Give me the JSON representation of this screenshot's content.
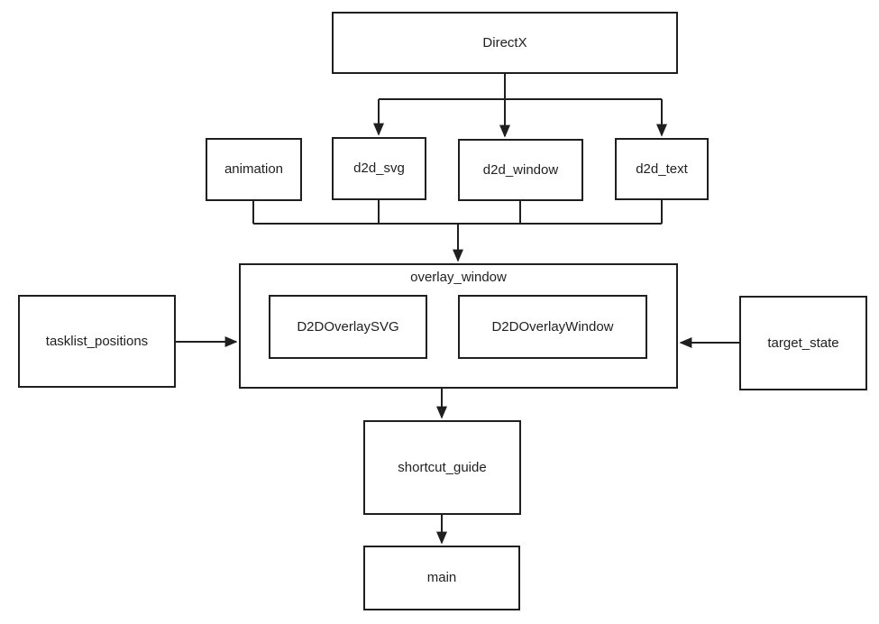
{
  "colors": {
    "stroke": "#1f1f1f",
    "background": "#ffffff",
    "text": "#1f1f1f"
  },
  "diagram": {
    "nodes": {
      "directx": {
        "label": "DirectX"
      },
      "animation": {
        "label": "animation"
      },
      "d2d_svg": {
        "label": "d2d_svg"
      },
      "d2d_window": {
        "label": "d2d_window"
      },
      "d2d_text": {
        "label": "d2d_text"
      },
      "overlay_window": {
        "label": "overlay_window"
      },
      "d2d_overlay_svg": {
        "label": "D2DOverlaySVG"
      },
      "d2d_overlay_window": {
        "label": "D2DOverlayWindow"
      },
      "tasklist_positions": {
        "label": "tasklist_positions"
      },
      "target_state": {
        "label": "target_state"
      },
      "shortcut_guide": {
        "label": "shortcut_guide"
      },
      "main": {
        "label": "main"
      }
    },
    "edges": [
      {
        "from": "DirectX",
        "to": "d2d_svg",
        "arrow": true
      },
      {
        "from": "DirectX",
        "to": "d2d_window",
        "arrow": true
      },
      {
        "from": "DirectX",
        "to": "d2d_text",
        "arrow": true
      },
      {
        "from": "animation",
        "to": "overlay_window",
        "arrow": true,
        "merged": true
      },
      {
        "from": "d2d_svg",
        "to": "overlay_window",
        "arrow": true,
        "merged": true
      },
      {
        "from": "d2d_window",
        "to": "overlay_window",
        "arrow": true,
        "merged": true
      },
      {
        "from": "d2d_text",
        "to": "overlay_window",
        "arrow": true,
        "merged": true
      },
      {
        "from": "tasklist_positions",
        "to": "overlay_window",
        "arrow": true
      },
      {
        "from": "target_state",
        "to": "overlay_window",
        "arrow": true
      },
      {
        "from": "overlay_window",
        "to": "shortcut_guide",
        "arrow": true
      },
      {
        "from": "shortcut_guide",
        "to": "main",
        "arrow": true
      }
    ]
  }
}
